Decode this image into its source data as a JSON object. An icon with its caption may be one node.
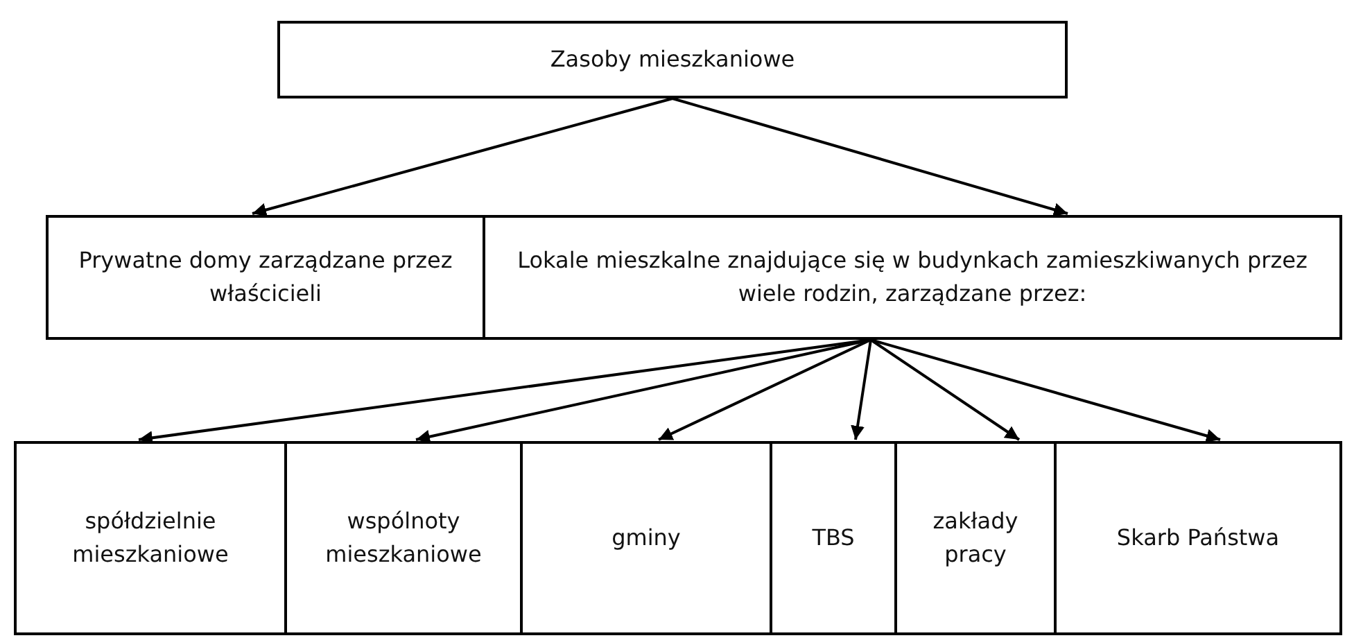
{
  "diagram": {
    "nodes": [
      {
        "text": [
          "Zasoby mieszkaniowe"
        ]
      },
      {
        "text": [
          "Prywatne domy zarządzane przez właścicieli"
        ]
      },
      {
        "text": [
          "Lokale mieszkalne znajdujące się w budynkach zamieszkiwanych przez wiele rodzin, zarządzane przez:"
        ]
      },
      {
        "text": [
          "spółdzielnie mieszkaniowe"
        ]
      },
      {
        "text": [
          "wspólnoty mieszkaniowe"
        ]
      },
      {
        "text": [
          "gminy"
        ]
      },
      {
        "text": [
          "TBS"
        ]
      },
      {
        "text": [
          "zakłady pracy"
        ]
      },
      {
        "text": [
          "Skarb Państwa"
        ]
      }
    ],
    "edges": [
      {
        "from": 0,
        "to": 1,
        "arrow": "to"
      },
      {
        "from": 0,
        "to": 2,
        "arrow": "to"
      },
      {
        "from": 2,
        "to": 3,
        "arrow": "to"
      },
      {
        "from": 2,
        "to": 4,
        "arrow": "to"
      },
      {
        "from": 2,
        "to": 5,
        "arrow": "to"
      },
      {
        "from": 2,
        "to": 6,
        "arrow": "to"
      },
      {
        "from": 2,
        "to": 7,
        "arrow": "to"
      },
      {
        "from": 2,
        "to": 8,
        "arrow": "to"
      }
    ]
  }
}
